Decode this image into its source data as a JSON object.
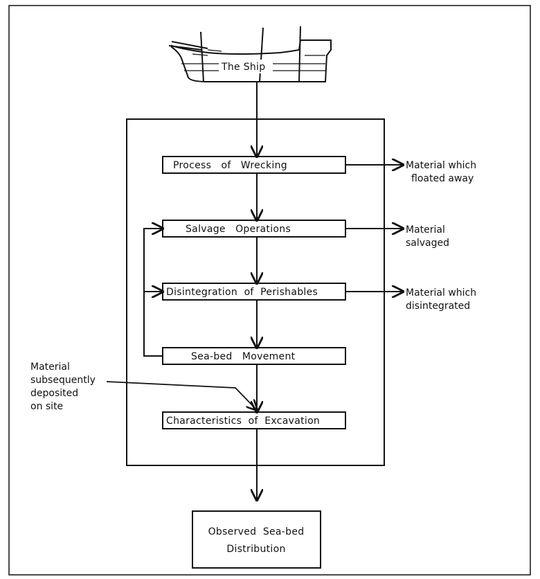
{
  "ship": {
    "label": "The Ship"
  },
  "steps": {
    "wrecking": "Process   of   Wrecking",
    "salvage": "Salvage   Operations",
    "disintegration": "Disintegration  of  Perishables",
    "seabed": "Sea-bed   Movement",
    "excavation": "Characteristics  of  Excavation"
  },
  "outputs": {
    "floated_line1": "Material which",
    "floated_line2": "floated away",
    "salvaged_line1": "Material",
    "salvaged_line2": "salvaged",
    "disintegrated_line1": "Material which",
    "disintegrated_line2": "disintegrated"
  },
  "input": {
    "line1": "Material",
    "line2": "subsequently",
    "line3": "deposited",
    "line4": "on site"
  },
  "result": {
    "line1": "Observed  Sea-bed",
    "line2": "Distribution"
  }
}
